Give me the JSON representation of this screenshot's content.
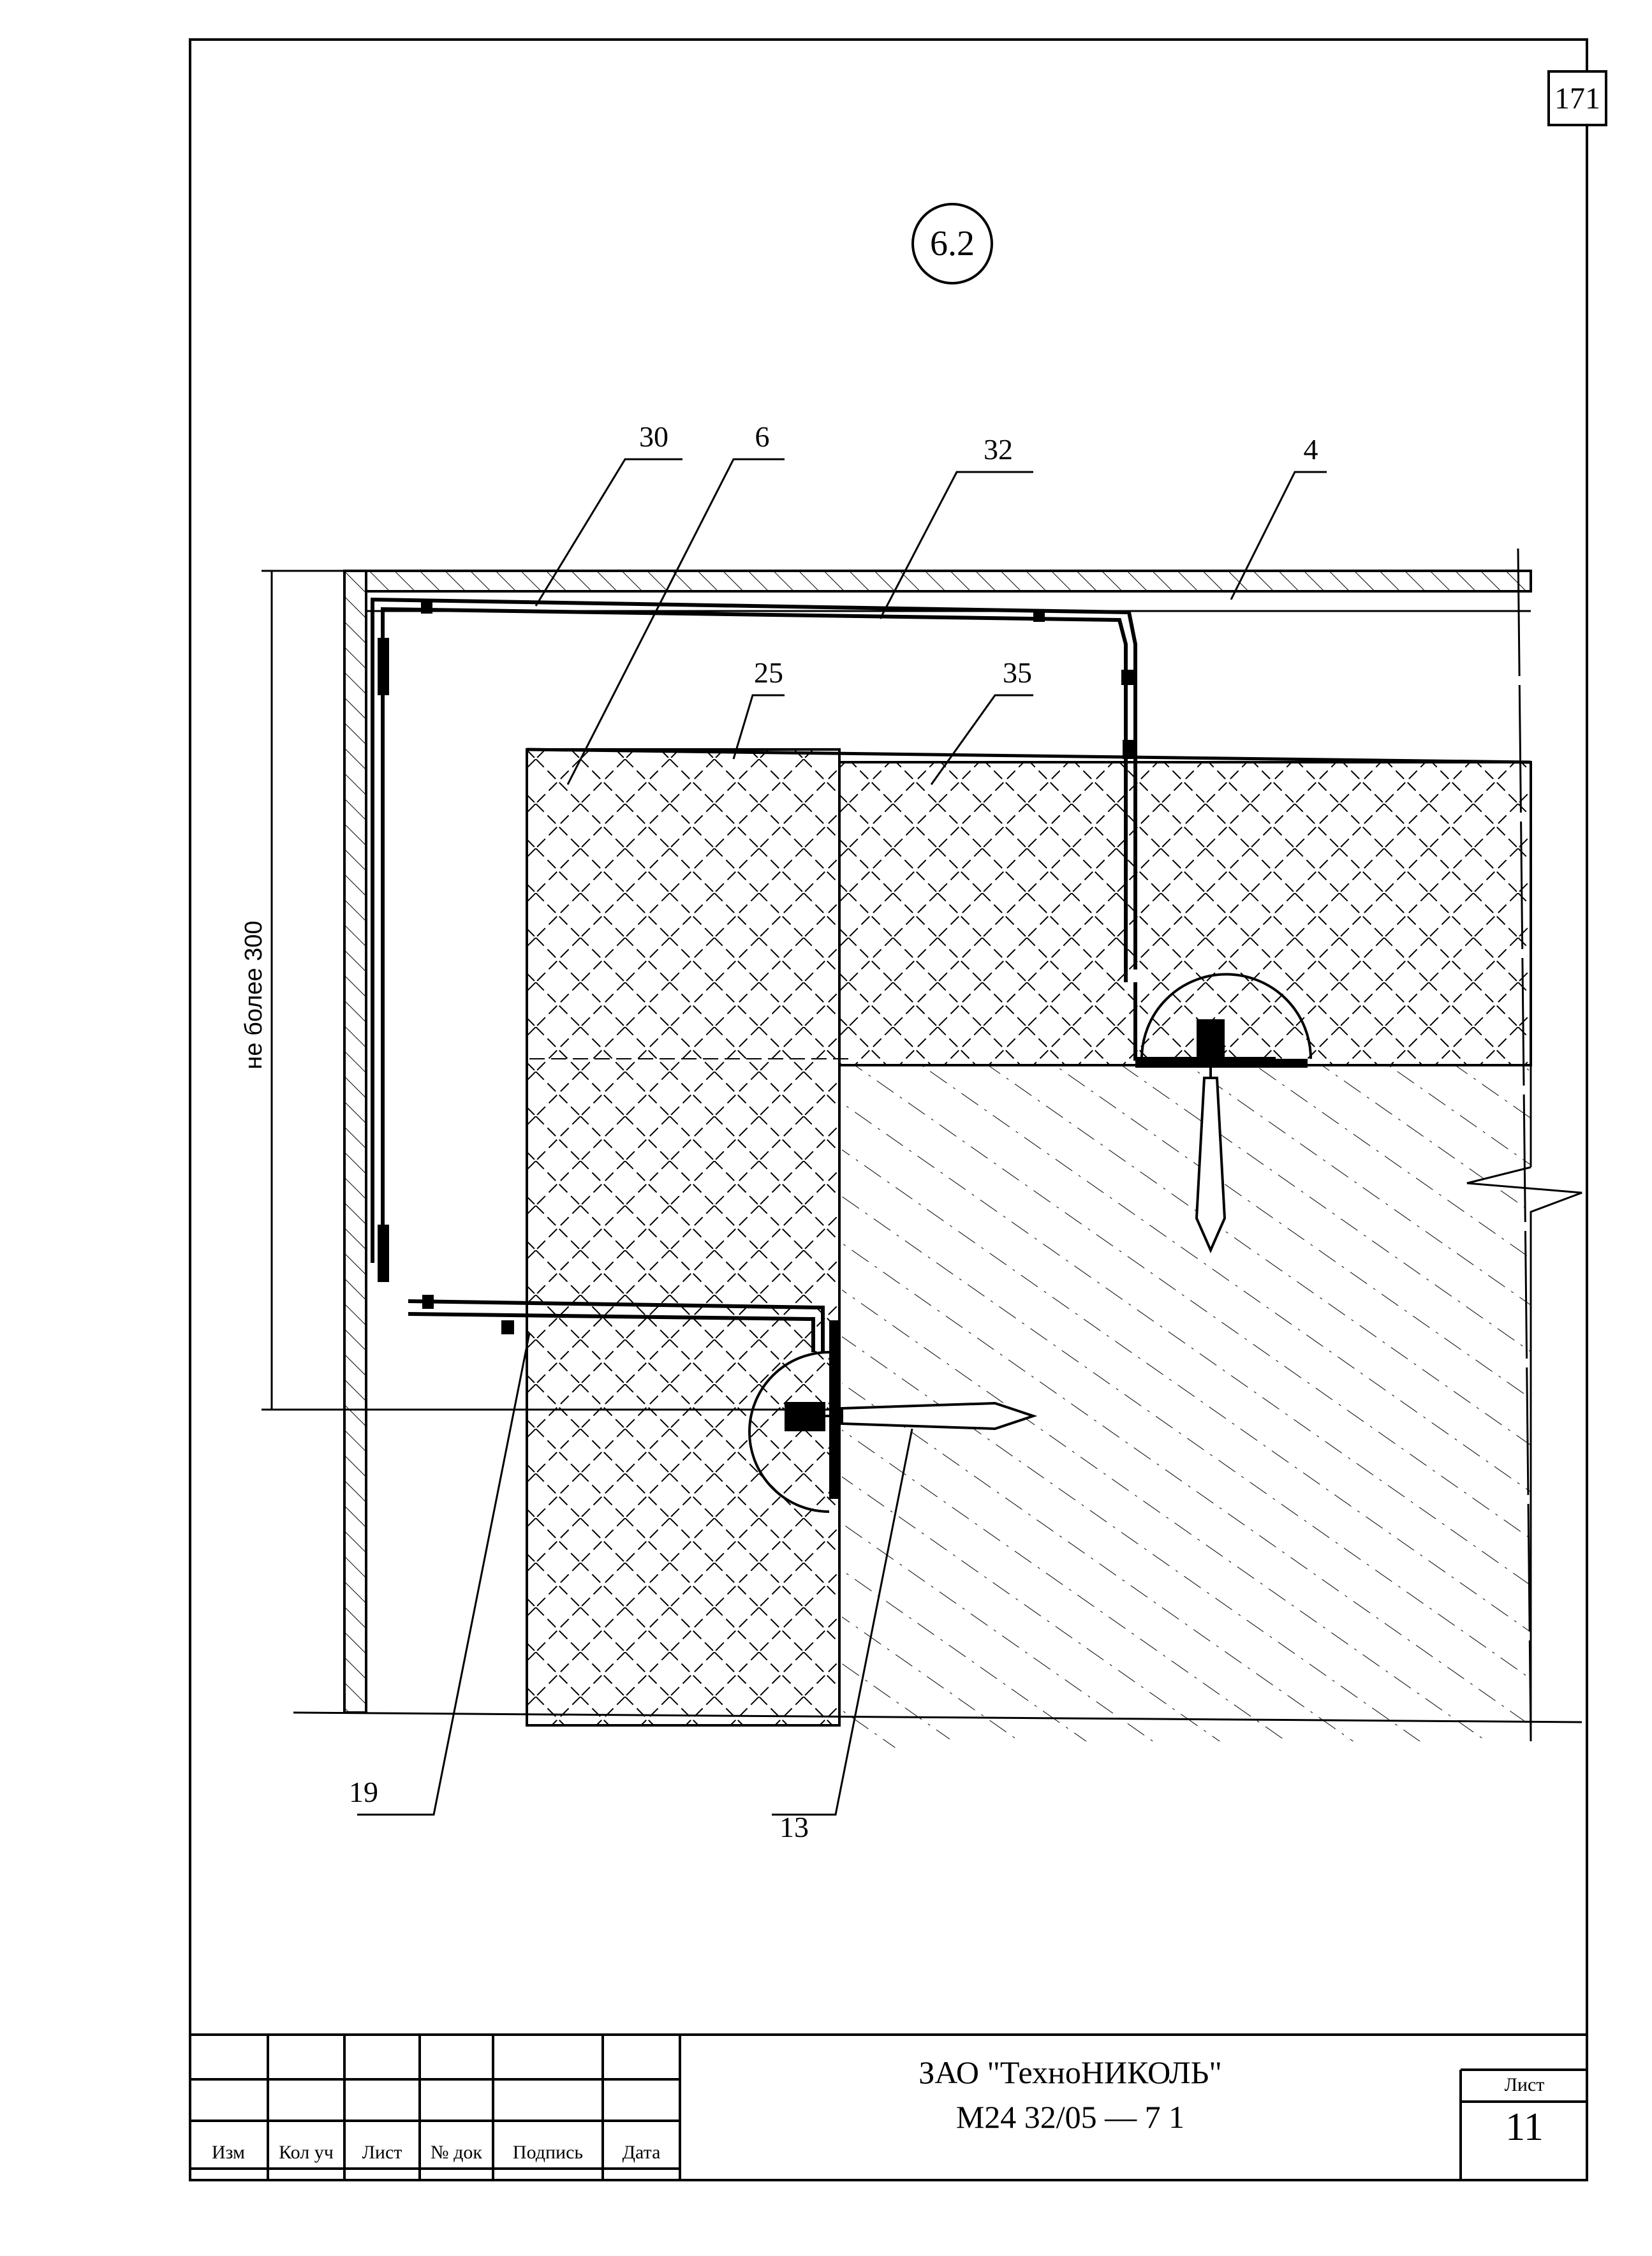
{
  "page_number": "171",
  "detail_label": "6.2",
  "callouts": [
    {
      "id": "30",
      "text": "30"
    },
    {
      "id": "6",
      "text": "6"
    },
    {
      "id": "32",
      "text": "32"
    },
    {
      "id": "4",
      "text": "4"
    },
    {
      "id": "25",
      "text": "25"
    },
    {
      "id": "35",
      "text": "35"
    },
    {
      "id": "19",
      "text": "19"
    },
    {
      "id": "13",
      "text": "13"
    }
  ],
  "dimension_label": "не более 300",
  "title_block": {
    "headers": [
      "Изм",
      "Кол уч",
      "Лист",
      "№ док",
      "Подпись",
      "Дата"
    ],
    "company": "ЗАО \"ТехноНИКОЛЬ\"",
    "document_number": "М24 32/05   —  7 1",
    "sheet_label": "Лист",
    "sheet_number": "11"
  }
}
